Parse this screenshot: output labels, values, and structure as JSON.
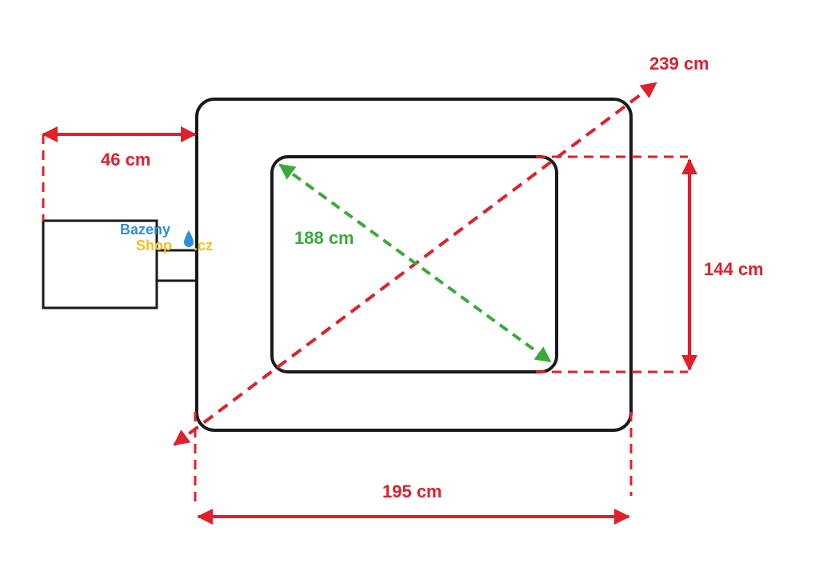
{
  "colors": {
    "outline": "#1a1a1a",
    "red_dimension": "#e0202a",
    "green_dimension": "#3aaa3a",
    "logo_blue": "#2e8fd6",
    "logo_yellow": "#f2c21b",
    "background": "#ffffff"
  },
  "labels": {
    "diagonal_outer": "239 cm",
    "width_outer": "195 cm",
    "height_inner": "144 cm",
    "diagonal_inner": "188 cm",
    "side_unit": "46 cm"
  },
  "logo": {
    "line1": "Bazeny",
    "line2_a": "Shop",
    "line2_b": ".cz",
    "icon": "water-drop-icon"
  }
}
